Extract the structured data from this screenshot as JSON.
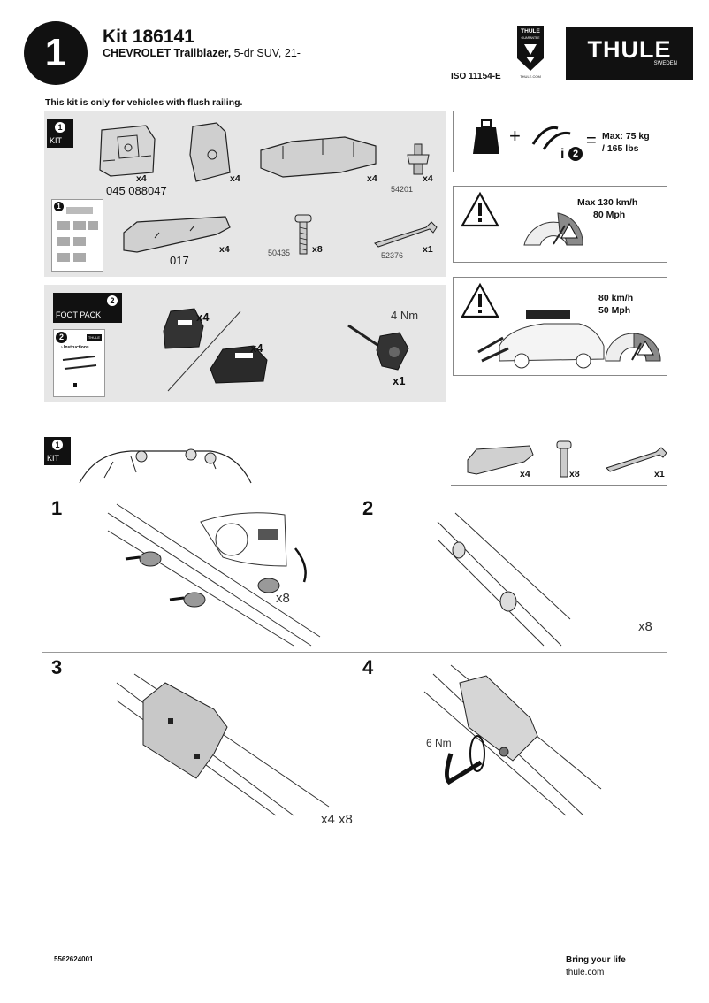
{
  "header": {
    "page_number": "1",
    "kit_title": "Kit 186141",
    "vehicle_bold": "CHEVROLET Trailblazer,",
    "vehicle_rest": " 5-dr SUV, 21-",
    "iso": "ISO 11154-E",
    "brand": "THULE",
    "brand_sub": "SWEDEN",
    "seal_brand": "THULE",
    "seal_text": "GUARANTEE",
    "seal_url": "THULE.COM"
  },
  "notice": "This kit is only for vehicles with flush railing.",
  "kit_panel": {
    "tab_number": "1",
    "tab_label": "KIT",
    "items": [
      {
        "qty": "x4",
        "code": "045 088047"
      },
      {
        "qty": "x4",
        "code": ""
      },
      {
        "qty": "x4",
        "code": ""
      },
      {
        "qty": "x4",
        "code": "54201"
      },
      {
        "qty": "x4",
        "code": "017"
      },
      {
        "qty": "x8",
        "code": "50435"
      },
      {
        "qty": "x1",
        "code": "52376"
      }
    ],
    "booklet_number": "1"
  },
  "foot_panel": {
    "tab_number": "2",
    "tab_label": "FOOT PACK",
    "booklet_number": "2",
    "booklet_text": "› Instructions",
    "booklet_brand": "THULE",
    "qty_a": "x4",
    "qty_b": "x4",
    "torque": "4 Nm",
    "tool_qty": "x1"
  },
  "load_box": {
    "plus": "+",
    "equals": "=",
    "info_icon": "i",
    "info_number": "2",
    "max_load_line1": "Max: 75 kg",
    "max_load_line2": "/ 165 lbs"
  },
  "speed_box": {
    "line1": "Max  130 km/h",
    "line2": "80 Mph"
  },
  "wind_box": {
    "line1": "80 km/h",
    "line2": "50 Mph"
  },
  "kit_strip": {
    "tab_number": "1",
    "tab_label": "KIT",
    "qty_bracket": "x4",
    "qty_screw": "x8",
    "qty_key": "x1"
  },
  "steps": [
    {
      "number": "1",
      "qty": "x8"
    },
    {
      "number": "2",
      "qty": "x8"
    },
    {
      "number": "3",
      "qty": "x4 x8"
    },
    {
      "number": "4",
      "torque": "6 Nm"
    }
  ],
  "footer": {
    "doc_number": "5562624001",
    "slogan": "Bring your life",
    "site": "thule.com"
  },
  "colors": {
    "dark": "#111111",
    "panel": "#e6e6e6",
    "gauge_red": "#8a8a8a"
  }
}
